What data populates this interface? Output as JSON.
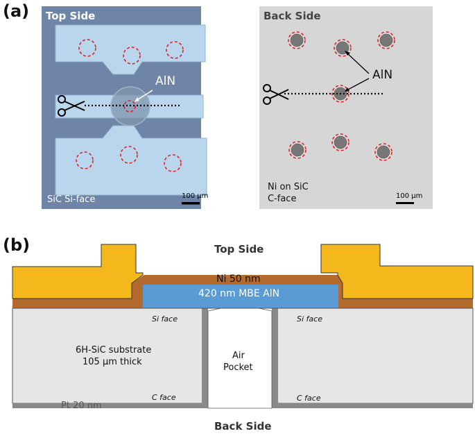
{
  "panel_a": {
    "label": "(a)",
    "top_image": {
      "title": "Top Side",
      "caption": "SiC Si-face",
      "annotation": "AlN",
      "scale_bar": "100 µm"
    },
    "back_image": {
      "title": "Back Side",
      "caption_line1": "Ni on SiC",
      "caption_line2": "C-face",
      "annotation": "AlN",
      "scale_bar": "100 µm"
    }
  },
  "panel_b": {
    "label": "(b)",
    "top_side": "Top Side",
    "back_side": "Back Side",
    "ni_layer": "Ni 50 nm",
    "aln_layer": "420 nm MBE AlN",
    "substrate_line1": "6H-SiC substrate",
    "substrate_line2": "105 µm thick",
    "air_line1": "Air",
    "air_line2": "Pocket",
    "si_face_left": "Si face",
    "si_face_right": "Si face",
    "c_face_left": "C face",
    "c_face_right": "C face",
    "pt_layer": "Pt 20 nm"
  },
  "colors": {
    "top_image_bg": "#6f85a8",
    "pad_blue": "#b9d6ec",
    "back_image_bg": "#d6d6d6",
    "gold": "#f5b81c",
    "ni_brown": "#b36a2c",
    "aln_blue": "#5b9bd5",
    "substrate_gray": "#e6e6e6",
    "pt_gray": "#8a8a8a",
    "circle_red": "#e0202a"
  }
}
